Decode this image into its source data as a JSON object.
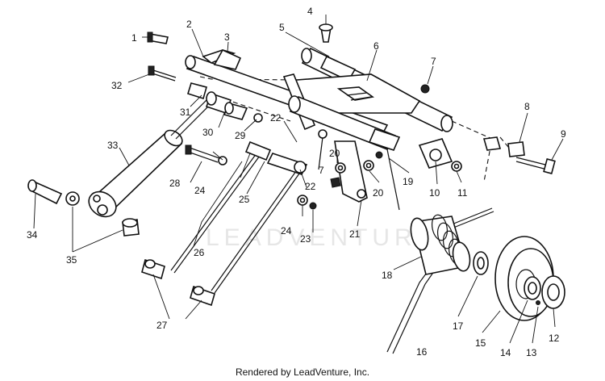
{
  "watermark": "LEADVENTURE",
  "footer": "Rendered by LeadVenture, Inc.",
  "callouts": [
    "1",
    "2",
    "3",
    "4",
    "5",
    "6",
    "7",
    "7",
    "8",
    "9",
    "10",
    "11",
    "12",
    "13",
    "14",
    "15",
    "16",
    "17",
    "18",
    "19",
    "20",
    "20",
    "21",
    "22",
    "22",
    "23",
    "24",
    "24",
    "25",
    "26",
    "27",
    "28",
    "29",
    "30",
    "31",
    "32",
    "33",
    "34",
    "35"
  ]
}
